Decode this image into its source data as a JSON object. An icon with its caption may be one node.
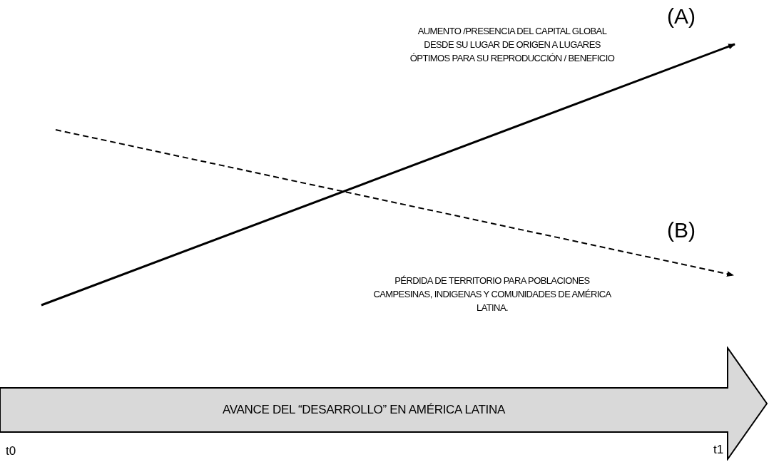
{
  "diagram": {
    "nodes": [
      {
        "text": [
          "AVANCE DEL “DESARROLLO” EN AMÉRICA LATINA"
        ]
      }
    ],
    "labels": [
      "AUMENTO /PRESENCIA DEL CAPITAL GLOBAL DESDE SU LUGAR DE ORIGEN A LUGARES ÓPTIMOS PARA SU REPRODUCCIÓN / BENEFICIO",
      "(A)",
      "(B)",
      "PÉRDIDA DE TERRITORIO PARA POBLACIONES CAMPESINAS, INDIGENAS Y COMUNIDADES DE AMÉRICA LATINA.",
      "t0",
      "t1"
    ]
  }
}
